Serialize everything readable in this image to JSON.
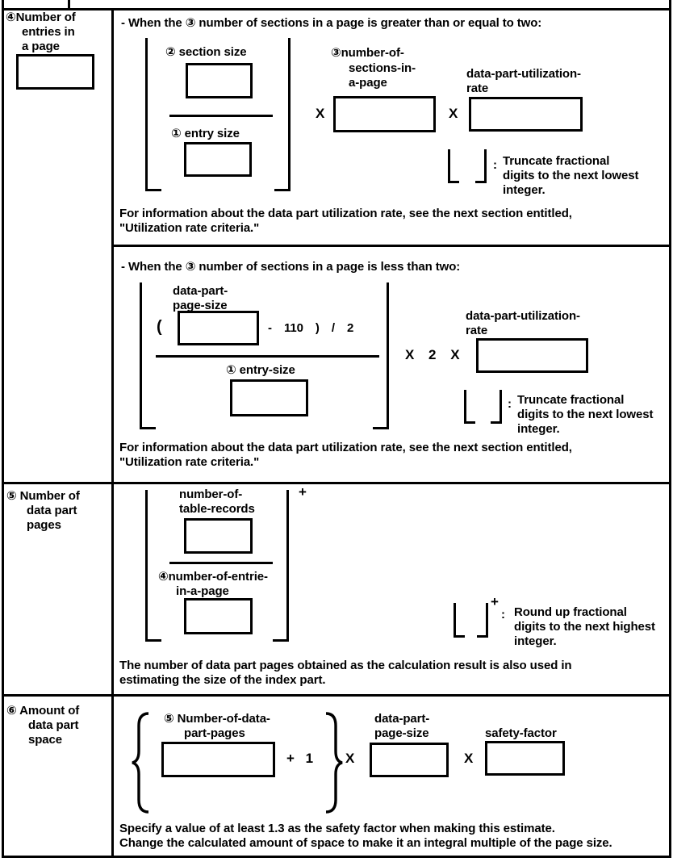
{
  "colors": {
    "ink": "#000000",
    "paper": "#ffffff"
  },
  "row4": {
    "label": [
      "④Number of",
      "entries in",
      "a page"
    ],
    "caseA": {
      "bullet": "- When the ③ number of sections in a page is greater than or equal to two:",
      "numerator_label": "② section size",
      "denominator_label": "① entry size",
      "times1": "X",
      "factor1_label": [
        "③number-of-",
        "sections-in-",
        "a-page"
      ],
      "times2": "X",
      "factor2_label": [
        "data-part-utilization-",
        "rate"
      ],
      "legend": {
        "colon": ":",
        "lines": [
          "Truncate fractional",
          "digits to the next lowest",
          "integer."
        ]
      },
      "note": [
        "For information about the data part utilization rate, see the next section entitled,",
        "\"Utilization rate criteria.\""
      ]
    },
    "caseB": {
      "bullet": "- When the ③ number of sections in a page is less than two:",
      "numerator_label": [
        "data-part-",
        "page-size"
      ],
      "open_paren": "(",
      "constant_expr": "- 110 ) / 2",
      "denominator_label": "① entry-size",
      "multiplier": "X 2 X",
      "factor_label": [
        "data-part-utilization-",
        "rate"
      ],
      "legend": {
        "colon": ":",
        "lines": [
          "Truncate fractional",
          "digits to the next lowest",
          "integer."
        ]
      },
      "note": [
        "For information about the data part utilization rate, see the next section entitled,",
        "\"Utilization rate criteria.\""
      ]
    }
  },
  "row5": {
    "label": [
      "⑤ Number of",
      "data part",
      "pages"
    ],
    "numerator_label": [
      "number-of-",
      "table-records"
    ],
    "denominator_label": [
      "④number-of-entrie-",
      "in-a-page"
    ],
    "plus": "+",
    "legend": {
      "plus": "+",
      "colon": ":",
      "lines": [
        "Round up fractional",
        "digits to the next highest",
        "integer."
      ]
    },
    "note": [
      "The number of data part pages obtained as the calculation result is also used in",
      "estimating the size of the index part."
    ]
  },
  "row6": {
    "label": [
      "⑥ Amount of",
      "data part",
      "space"
    ],
    "braces": [
      "{",
      "}"
    ],
    "term1_label": [
      "⑤ Number-of-data-",
      "part-pages"
    ],
    "plus_one": "+ 1",
    "times1": "X",
    "term2_label": [
      "data-part-",
      "page-size"
    ],
    "times2": "X",
    "term3_label": "safety-factor",
    "note": [
      "Specify a value of at least 1.3 as the safety factor when making this estimate.",
      "Change the calculated amount of space to make it an integral multiple of the page size."
    ]
  }
}
